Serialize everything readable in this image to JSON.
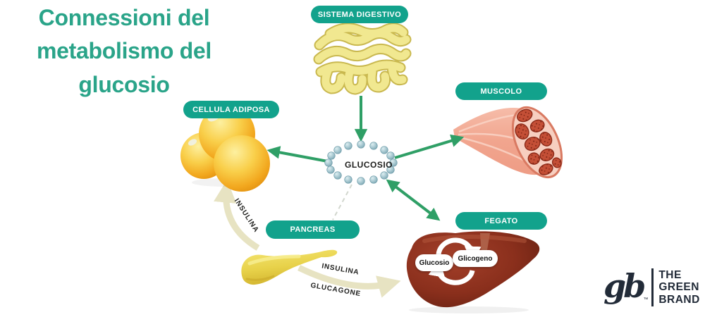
{
  "title": "Connessioni del metabolismo del glucosio",
  "organ_labels": {
    "sistema_digestivo": "SISTEMA DIGESTIVO",
    "muscolo": "MUSCOLO",
    "cellula_adiposa": "CELLULA ADIPOSA",
    "pancreas": "PANCREAS",
    "fegato": "FEGATO"
  },
  "center": {
    "glucosio": "GLUCOSIO"
  },
  "hormone_labels": {
    "insulina_to_adipose": "INSULINA",
    "insulina_to_liver": "INSULINA",
    "glucagone_to_liver": "GLUCAGONE"
  },
  "liver_cycle": {
    "glucosio": "Glucosio",
    "glicogeno": "Glicogeno"
  },
  "logo": {
    "monogram": "gb",
    "trademark": "™",
    "lines": [
      "THE",
      "GREEN",
      "BRAND"
    ]
  },
  "illustrations": [
    "digestive-system",
    "muscle-fiber",
    "adipose-cells",
    "pancreas",
    "liver",
    "glucose-molecules"
  ],
  "colors": {
    "title_teal": "#2aa489",
    "pill_teal": "#12a28c",
    "arrow_green": "#2f9f66",
    "hormone_arrow_beige": "#e7e3c2",
    "liver_red": "#8a2f1c",
    "muscle_pink": "#f1a58e",
    "fat_cell_yellow": "#f2a71e",
    "pancreas_yellow": "#e8d24a",
    "glucose_dot_blue": "#a5c6cf",
    "logo_navy": "#222b38"
  }
}
